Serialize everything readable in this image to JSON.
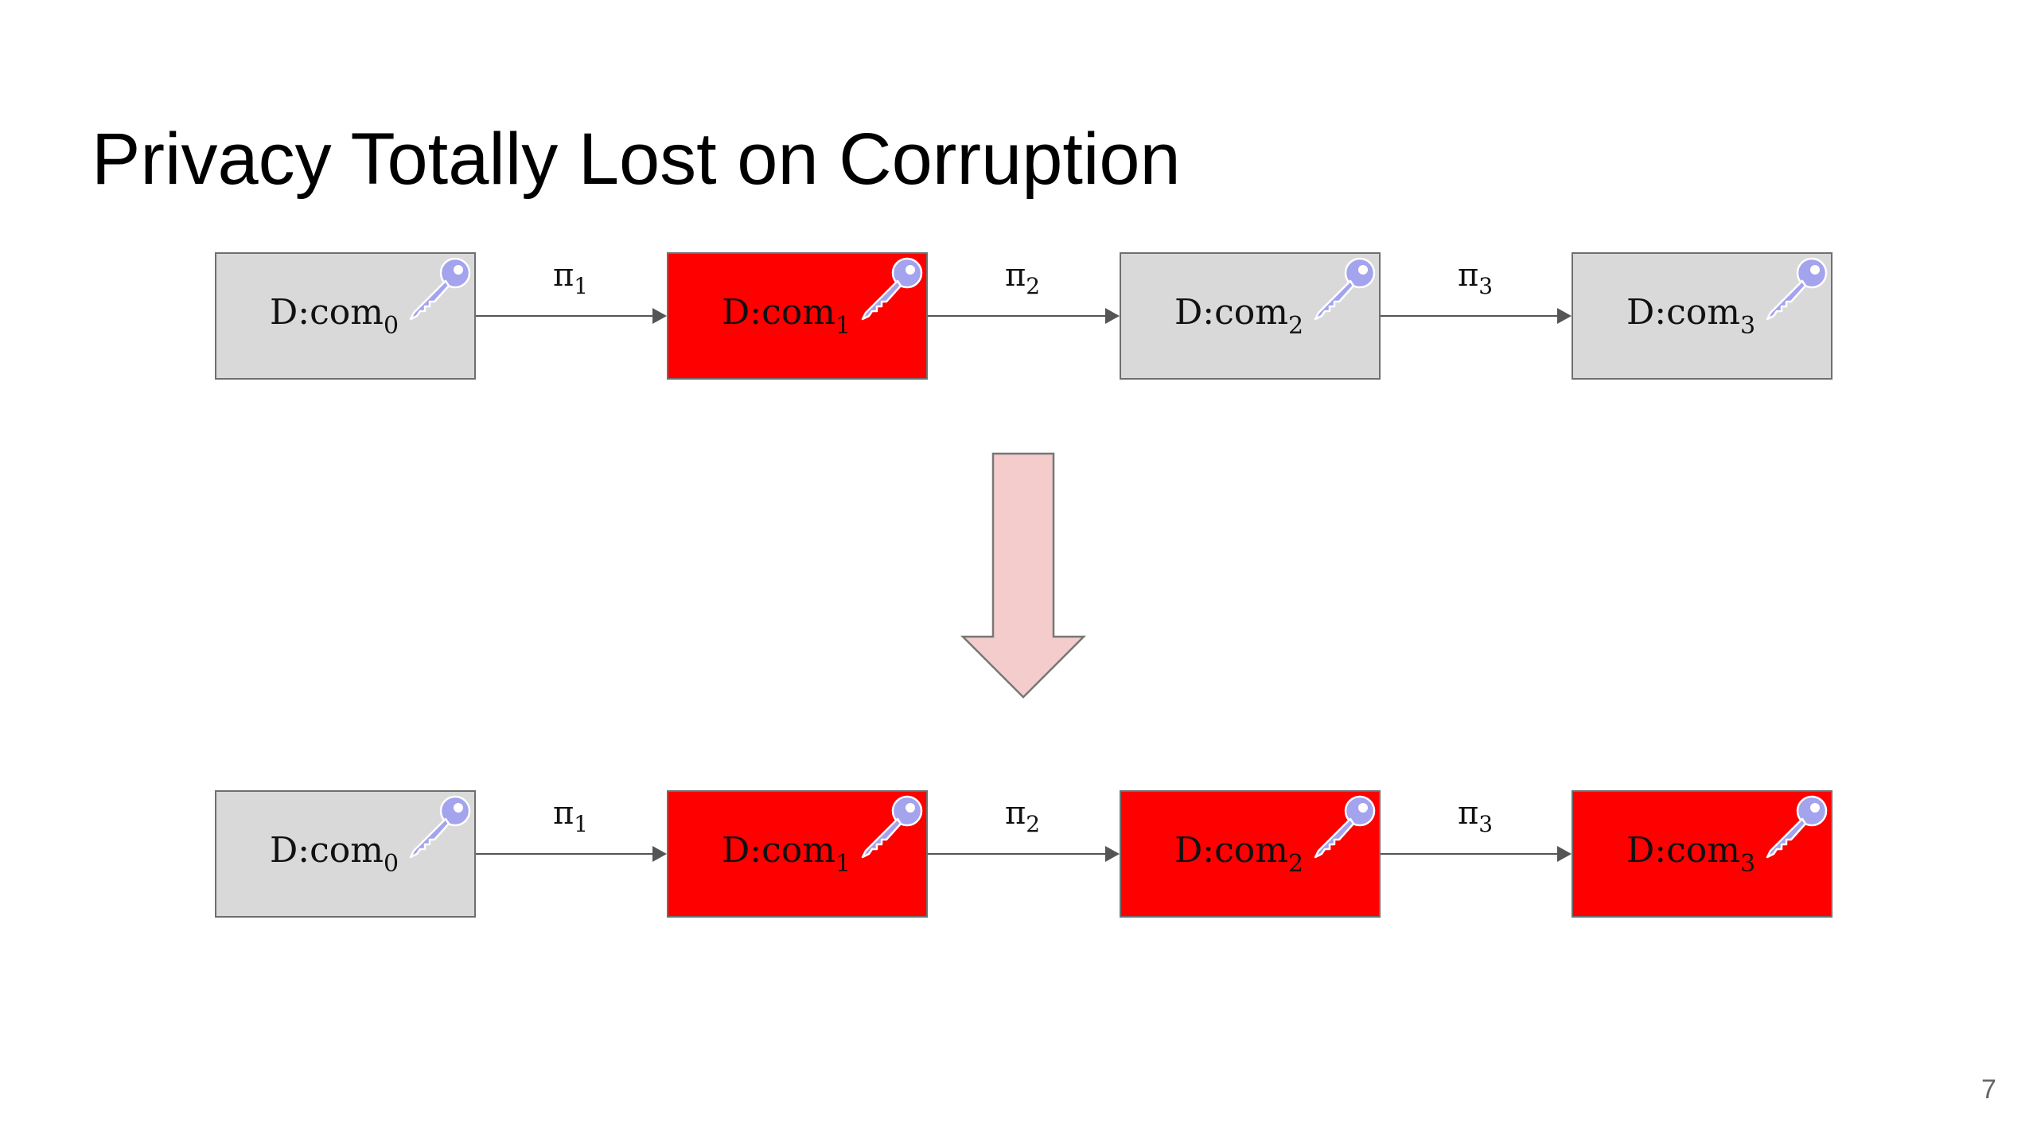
{
  "title": "Privacy Totally Lost on Corruption",
  "page_number": "7",
  "colors": {
    "normal_fill": "#d9d9d9",
    "corrupted_fill": "#ff0000",
    "key_color": "#a3a3ee",
    "transition_arrow_fill": "#f4cccc"
  },
  "before": {
    "nodes": [
      {
        "prefix": "D:com",
        "index": "0",
        "state": "normal"
      },
      {
        "prefix": "D:com",
        "index": "1",
        "state": "corrupted"
      },
      {
        "prefix": "D:com",
        "index": "2",
        "state": "normal"
      },
      {
        "prefix": "D:com",
        "index": "3",
        "state": "normal"
      }
    ],
    "edges": [
      {
        "symbol": "π",
        "index": "1"
      },
      {
        "symbol": "π",
        "index": "2"
      },
      {
        "symbol": "π",
        "index": "3"
      }
    ]
  },
  "after": {
    "nodes": [
      {
        "prefix": "D:com",
        "index": "0",
        "state": "normal"
      },
      {
        "prefix": "D:com",
        "index": "1",
        "state": "corrupted"
      },
      {
        "prefix": "D:com",
        "index": "2",
        "state": "corrupted"
      },
      {
        "prefix": "D:com",
        "index": "3",
        "state": "corrupted"
      }
    ],
    "edges": [
      {
        "symbol": "π",
        "index": "1"
      },
      {
        "symbol": "π",
        "index": "2"
      },
      {
        "symbol": "π",
        "index": "3"
      }
    ]
  },
  "icons": {
    "node_icon": "key-icon",
    "transition_icon": "down-arrow-icon"
  }
}
